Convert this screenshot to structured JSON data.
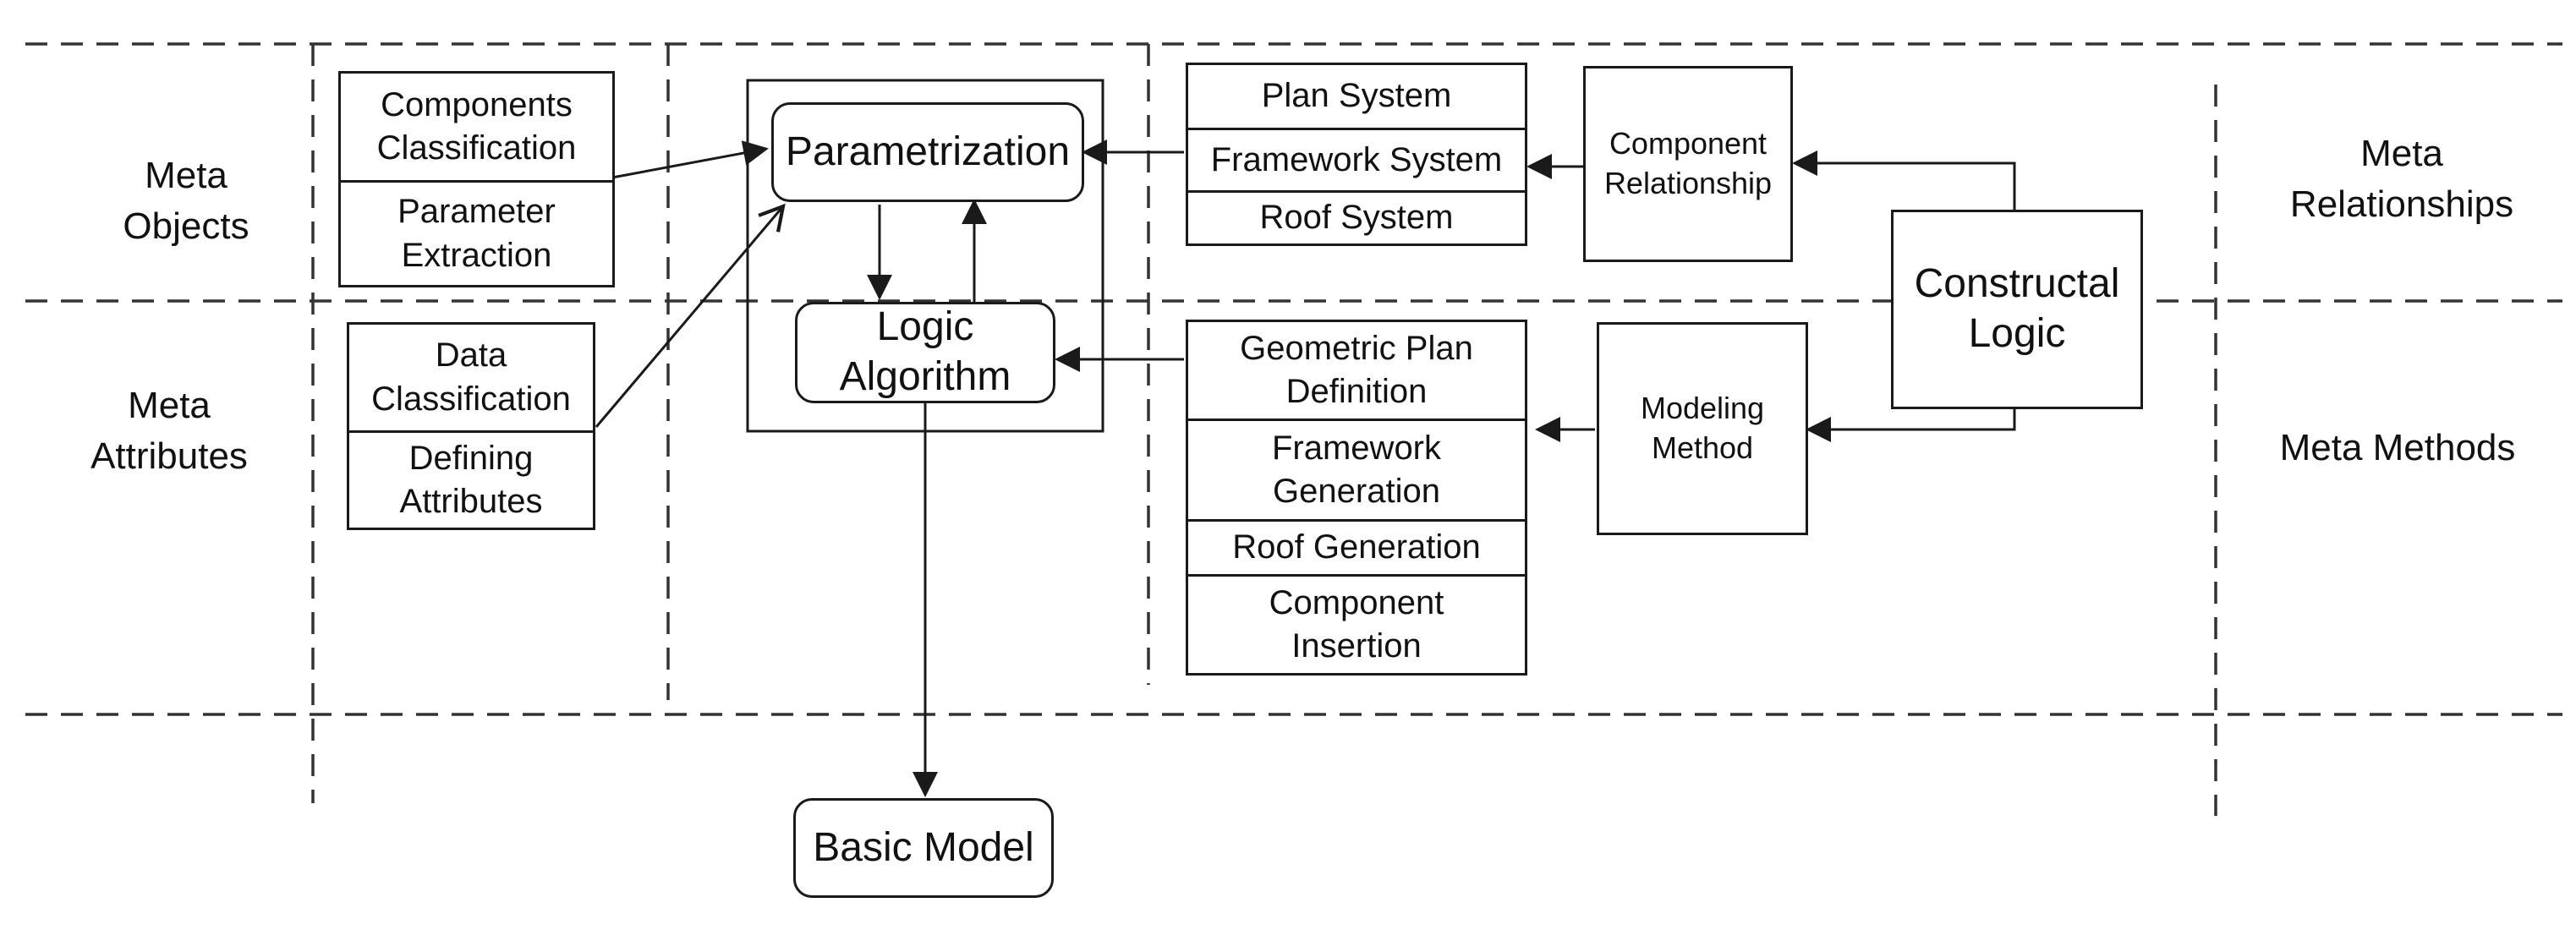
{
  "rows": {
    "meta_objects": "Meta\nObjects",
    "meta_attributes": "Meta\nAttributes",
    "meta_relationships": "Meta\nRelationships",
    "meta_methods": "Meta Methods"
  },
  "meta_objects": {
    "components_classification": "Components\nClassification",
    "parameter_extraction": "Parameter\nExtraction"
  },
  "meta_attributes": {
    "data_classification": "Data\nClassification",
    "defining_attributes": "Defining\nAttributes"
  },
  "core": {
    "parametrization": "Parametrization",
    "logic_algorithm": "Logic\nAlgorithm",
    "basic_model": "Basic Model"
  },
  "relationships": {
    "plan_system": "Plan System",
    "framework_system": "Framework System",
    "roof_system": "Roof System",
    "component_relationship": "Component\nRelationship"
  },
  "methods": {
    "geometric_plan_definition": "Geometric Plan\nDefinition",
    "framework_generation": "Framework\nGeneration",
    "roof_generation": "Roof Generation",
    "component_insertion": "Component\nInsertion",
    "modeling_method": "Modeling\nMethod"
  },
  "constructal_logic": "Constructal\nLogic"
}
